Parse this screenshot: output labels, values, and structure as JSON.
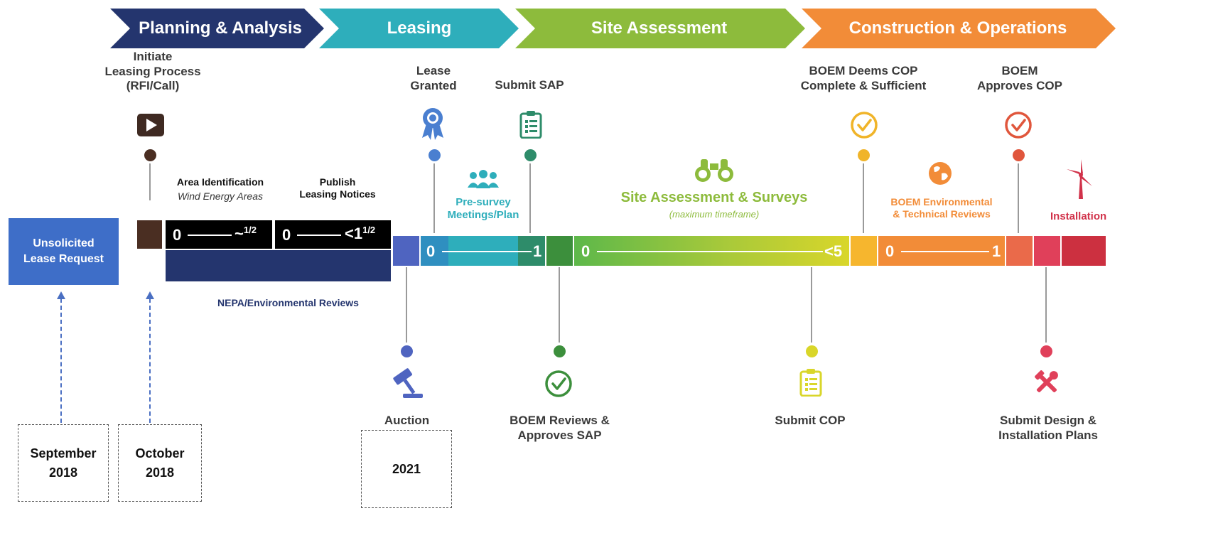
{
  "phases": [
    {
      "label": "Planning & Analysis",
      "color": "#24356e"
    },
    {
      "label": "Leasing",
      "color": "#2eaebb"
    },
    {
      "label": "Site Assessment",
      "color": "#8dbb3c"
    },
    {
      "label": "Construction  & Operations",
      "color": "#f28c38"
    }
  ],
  "milestones": {
    "initiate": "Initiate\nLeasing Process\n(RFI/Call)",
    "lease_granted": "Lease\nGranted",
    "submit_sap": "Submit SAP",
    "boem_deems": "BOEM Deems COP\nComplete & Sufficient",
    "boem_approves": "BOEM\nApproves COP",
    "auction": "Auction",
    "boem_reviews_sap": "BOEM Reviews &\nApproves SAP",
    "submit_cop": "Submit COP",
    "submit_design": "Submit Design &\nInstallation Plans"
  },
  "activities": {
    "area_identification": "Area Identification",
    "wind_energy_areas": "Wind Energy Areas",
    "publish_notices": "Publish\nLeasing Notices",
    "pre_survey": "Pre-survey\nMeetings/Plan",
    "site_assessment_surveys": "Site Assessment & Surveys",
    "max_timeframe": "(maximum timeframe)",
    "env_reviews": "BOEM Environmental\n& Technical Reviews",
    "installation": "Installation",
    "nepa": "NEPA/Environmental Reviews"
  },
  "durations": {
    "area_start": "0",
    "area_end": "~",
    "area_end_sup": "1/2",
    "notice_start": "0",
    "notice_end": "<1",
    "notice_end_sup": "1/2",
    "presurvey_start": "0",
    "presurvey_end": "1",
    "site_start": "0",
    "site_end": "<5",
    "env_start": "0",
    "env_end": "1"
  },
  "unsolicited": "Unsolicited\nLease Request",
  "dates": {
    "september": "September\n2018",
    "october": "October\n2018",
    "y2021": "2021"
  }
}
